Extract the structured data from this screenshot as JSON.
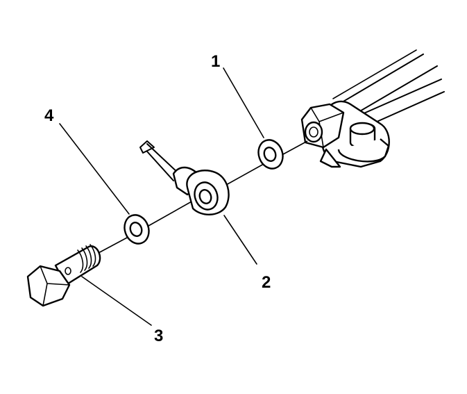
{
  "callouts": {
    "c1": "1",
    "c2": "2",
    "c3": "3",
    "c4": "4"
  },
  "parts": [
    {
      "callout": "1",
      "name": "washer-inner"
    },
    {
      "callout": "2",
      "name": "hose-fitting-eye"
    },
    {
      "callout": "3",
      "name": "banjo-bolt"
    },
    {
      "callout": "4",
      "name": "washer-outer"
    }
  ],
  "colors": {
    "ink": "#000000",
    "paper": "#ffffff"
  }
}
